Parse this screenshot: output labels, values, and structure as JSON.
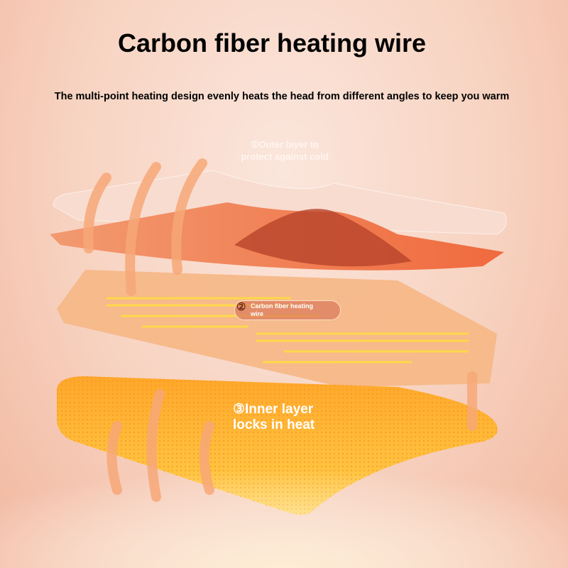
{
  "title": "Carbon fiber heating wire",
  "subtitle": "The multi-point heating design evenly heats the head from different angles to keep you warm",
  "layers": [
    {
      "label_line1": "①Outer layer to",
      "label_line2": "protect against cold"
    },
    {
      "number": "②",
      "label_line1": "Carbon fiber heating",
      "label_line2": "wire"
    },
    {
      "label_line1": "③Inner layer",
      "label_line2": "locks in heat"
    }
  ],
  "colors": {
    "outer": "#e8764a",
    "middle": "#f4a870",
    "wire": "#ffd84a",
    "inner": "#ffb020"
  }
}
